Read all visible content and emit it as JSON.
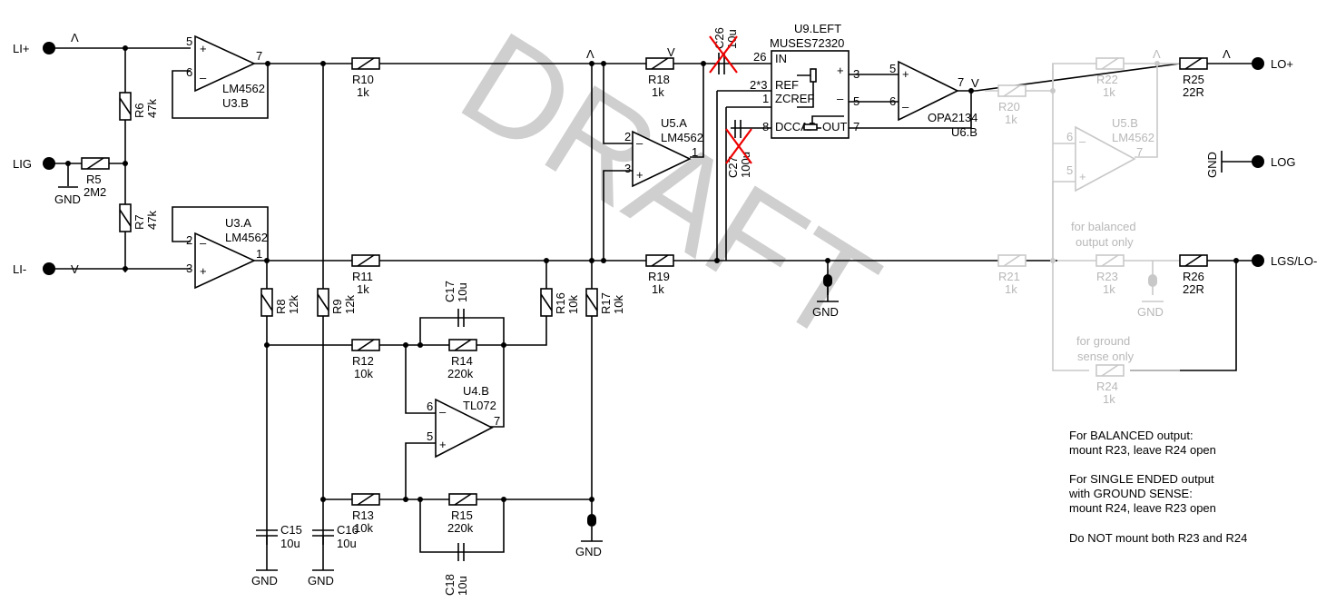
{
  "watermark": "DRAFT",
  "terminals": {
    "li_plus": "LI+",
    "li_minus": "LI-",
    "lig": "LIG",
    "lo_plus": "LO+",
    "log": "LOG",
    "lgs_lo": "LGS/LO-"
  },
  "components": {
    "u3b": {
      "name": "U3.B",
      "part": "LM4562",
      "pin_in_plus": "5",
      "pin_in_minus": "6",
      "pin_out": "7"
    },
    "u3a": {
      "name": "U3.A",
      "part": "LM4562",
      "pin_in_plus": "3",
      "pin_in_minus": "2",
      "pin_out": "1"
    },
    "u5a": {
      "name": "U5.A",
      "part": "LM4562",
      "pin_in_plus": "3",
      "pin_in_minus": "2",
      "pin_out": "1"
    },
    "u5b": {
      "name": "U5.B",
      "part": "LM4562",
      "pin_in_plus": "5",
      "pin_in_minus": "6",
      "pin_out": "7"
    },
    "u4b": {
      "name": "U4.B",
      "part": "TL072",
      "pin_in_plus": "5",
      "pin_in_minus": "6",
      "pin_out": "7"
    },
    "u6b": {
      "name": "U6.B",
      "part": "OPA2134",
      "pin_in_plus": "5",
      "pin_in_minus": "6",
      "pin_out": "7"
    },
    "u9": {
      "name": "U9.LEFT",
      "part": "MUSES72320",
      "pin_in": "IN",
      "pin_ref": "REF",
      "pin_zcref": "ZCREF",
      "pin_dccap": "DCCAP",
      "pin_out": "OUT",
      "n26": "26",
      "n23": "2*3",
      "n1": "1",
      "n8": "8",
      "n3": "3",
      "n5": "5",
      "n7": "7",
      "plus": "+",
      "minus": "–"
    },
    "r5": {
      "name": "R5",
      "value": "2M2"
    },
    "r6": {
      "name": "R6",
      "value": "47k"
    },
    "r7": {
      "name": "R7",
      "value": "47k"
    },
    "r8": {
      "name": "R8",
      "value": "12k"
    },
    "r9": {
      "name": "R9",
      "value": "12k"
    },
    "r10": {
      "name": "R10",
      "value": "1k"
    },
    "r11": {
      "name": "R11",
      "value": "1k"
    },
    "r12": {
      "name": "R12",
      "value": "10k"
    },
    "r13": {
      "name": "R13",
      "value": "10k"
    },
    "r14": {
      "name": "R14",
      "value": "220k"
    },
    "r15": {
      "name": "R15",
      "value": "220k"
    },
    "r16": {
      "name": "R16",
      "value": "10k"
    },
    "r17": {
      "name": "R17",
      "value": "10k"
    },
    "r18": {
      "name": "R18",
      "value": "1k"
    },
    "r19": {
      "name": "R19",
      "value": "1k"
    },
    "r20": {
      "name": "R20",
      "value": "1k"
    },
    "r21": {
      "name": "R21",
      "value": "1k"
    },
    "r22": {
      "name": "R22",
      "value": "1k"
    },
    "r23": {
      "name": "R23",
      "value": "1k"
    },
    "r24": {
      "name": "R24",
      "value": "1k"
    },
    "r25": {
      "name": "R25",
      "value": "22R"
    },
    "r26": {
      "name": "R26",
      "value": "22R"
    },
    "c15": {
      "name": "C15",
      "value": "10u"
    },
    "c16": {
      "name": "C16",
      "value": "10u"
    },
    "c17": {
      "name": "C17",
      "value": "10u"
    },
    "c18": {
      "name": "C18",
      "value": "10u"
    },
    "c26": {
      "name": "C26",
      "value": "10u"
    },
    "c27": {
      "name": "C27",
      "value": "100u"
    }
  },
  "gnd_label": "GND",
  "signal_marks": {
    "up": "Λ",
    "down": "V"
  },
  "hints": {
    "balanced_1": "for balanced",
    "balanced_2": "output only",
    "gsense_1": "for ground",
    "gsense_2": "sense only"
  },
  "notes": [
    "For BALANCED output:",
    "mount R23, leave R24 open",
    "For SINGLE ENDED output",
    "with GROUND SENSE:",
    "mount R24, leave R23 open",
    "Do NOT mount both R23 and R24"
  ]
}
